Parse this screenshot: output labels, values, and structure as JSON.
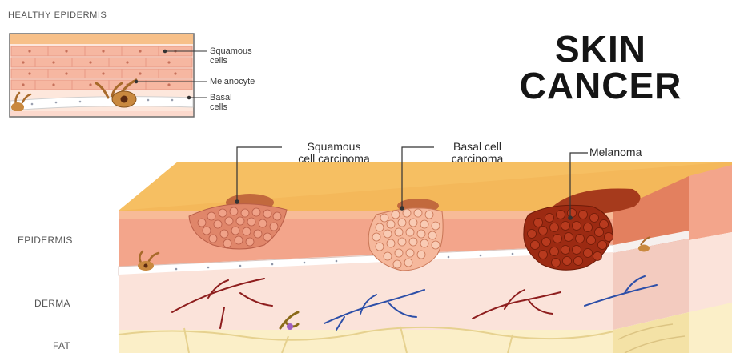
{
  "inset": {
    "heading": "HEALTHY EPIDERMIS",
    "labels": {
      "squamous": "Squamous\ncells",
      "melanocyte": "Melanocyte",
      "basal": "Basal\ncells"
    }
  },
  "title": {
    "line1": "SKIN",
    "line2": "CANCER"
  },
  "callouts": {
    "squamous": "Squamous\ncell carcinoma",
    "basal": "Basal cell\ncarcinoma",
    "melanoma": "Melanoma"
  },
  "layers": {
    "epidermis": "EPIDERMIS",
    "derma": "DERMA",
    "fat": "FAT"
  },
  "colors": {
    "surface": "#f4b85a",
    "epidermis": "#f3a58b",
    "derma": "#fbe3da",
    "fat": "#fbefc8",
    "melanoma": "#9c2a12",
    "carcinoma": "#e08e6a",
    "vein_red": "#8e1e1e",
    "vein_blue": "#2d4fa8"
  }
}
